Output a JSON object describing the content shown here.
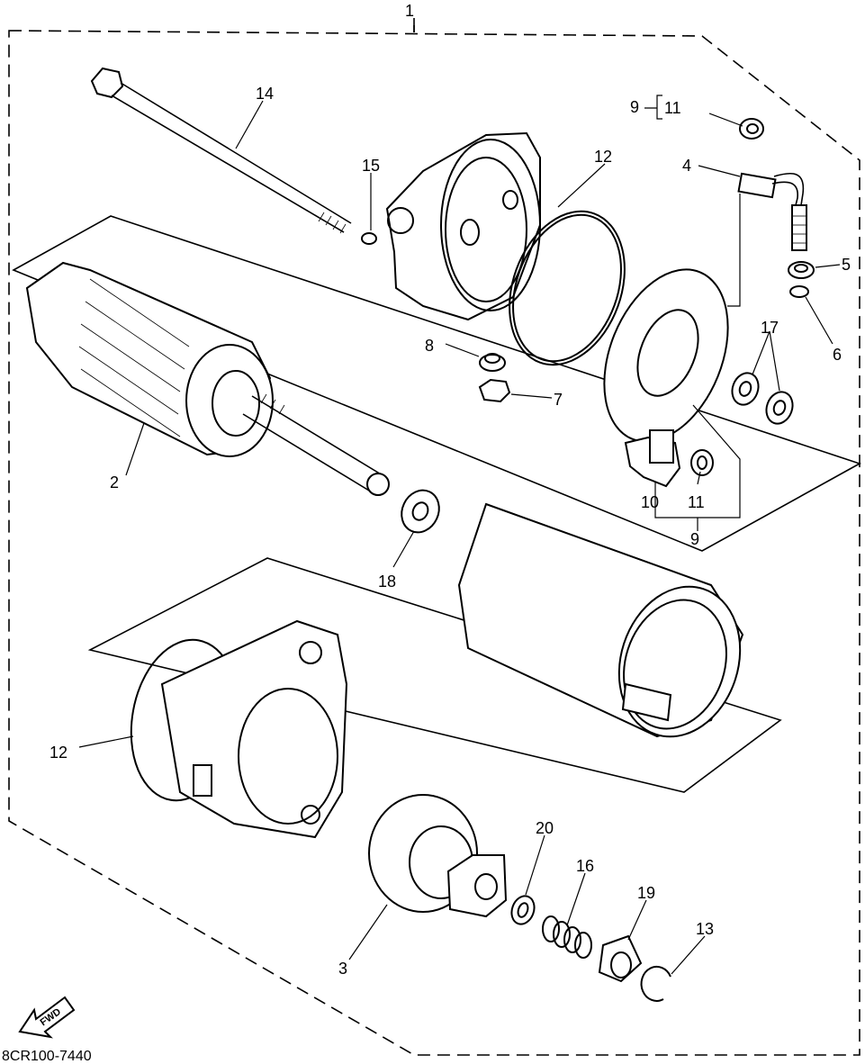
{
  "diagram": {
    "drawing_code": "8CR100-7440",
    "fwd_label": "FWD",
    "callouts": [
      {
        "id": "c1",
        "text": "1"
      },
      {
        "id": "c2",
        "text": "2"
      },
      {
        "id": "c3",
        "text": "3"
      },
      {
        "id": "c4",
        "text": "4"
      },
      {
        "id": "c5",
        "text": "5"
      },
      {
        "id": "c6",
        "text": "6"
      },
      {
        "id": "c7",
        "text": "7"
      },
      {
        "id": "c8",
        "text": "8"
      },
      {
        "id": "c9a",
        "text": "9"
      },
      {
        "id": "c9b",
        "text": "9"
      },
      {
        "id": "c10",
        "text": "10"
      },
      {
        "id": "c11a",
        "text": "11"
      },
      {
        "id": "c11b",
        "text": "11"
      },
      {
        "id": "c12a",
        "text": "12"
      },
      {
        "id": "c12b",
        "text": "12"
      },
      {
        "id": "c13",
        "text": "13"
      },
      {
        "id": "c14",
        "text": "14"
      },
      {
        "id": "c15",
        "text": "15"
      },
      {
        "id": "c16",
        "text": "16"
      },
      {
        "id": "c17",
        "text": "17"
      },
      {
        "id": "c18",
        "text": "18"
      },
      {
        "id": "c19",
        "text": "19"
      },
      {
        "id": "c20",
        "text": "20"
      }
    ]
  }
}
